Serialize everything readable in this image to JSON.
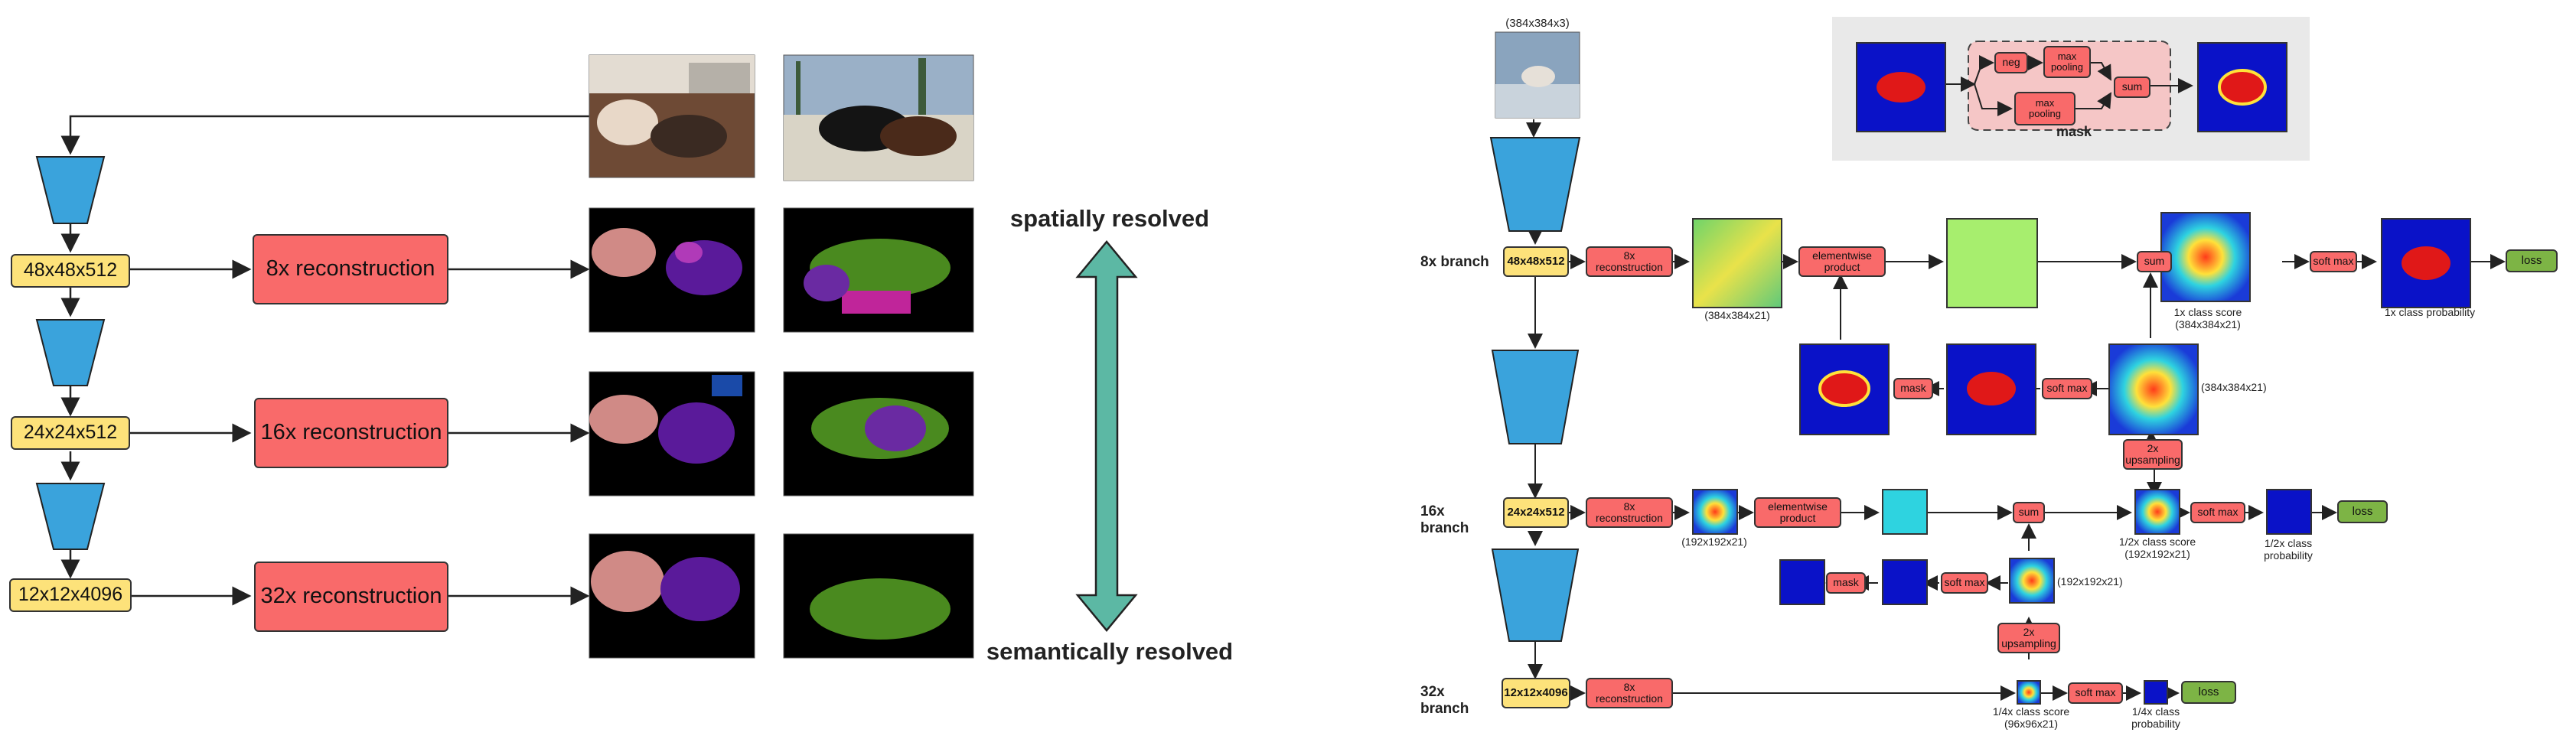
{
  "left": {
    "features": [
      "48x48x512",
      "24x24x512",
      "12x12x4096"
    ],
    "reconstructions": [
      "8x reconstruction",
      "16x reconstruction",
      "32x reconstruction"
    ],
    "spatial_label": "spatially resolved",
    "semantic_label": "semantically resolved"
  },
  "right": {
    "input_size": "(384x384x3)",
    "branches": [
      "8x branch",
      "16x branch",
      "32x branch"
    ],
    "features": [
      "48x48x512",
      "24x24x512",
      "12x12x4096"
    ],
    "reconstruction": "8x\nreconstruction",
    "elementwise": "elementwise\nproduct",
    "sum": "sum",
    "softmax": "soft max",
    "mask": "mask",
    "upsampling": "2x\nupsampling",
    "loss": "loss",
    "neg": "neg",
    "max_pooling": "max\npooling",
    "size_8x": "(384x384x21)",
    "size_16x": "(192x192x21)",
    "score_1x": "1x class score\n(384x384x21)",
    "prob_1x": "1x class probability",
    "score_half": "1/2x class score\n(192x192x21)",
    "prob_half": "1/2x class\nprobability",
    "score_quarter": "1/4x class score\n(96x96x21)",
    "prob_quarter": "1/4x class\nprobability"
  },
  "colors": {
    "encoder": "#3aa3dc",
    "feature_box": "#fde27a",
    "operation_box": "#f96a6a",
    "loss_box": "#7db445",
    "resolution_arrow": "#5cb8a4",
    "mask_panel": "#e9e9e9"
  }
}
